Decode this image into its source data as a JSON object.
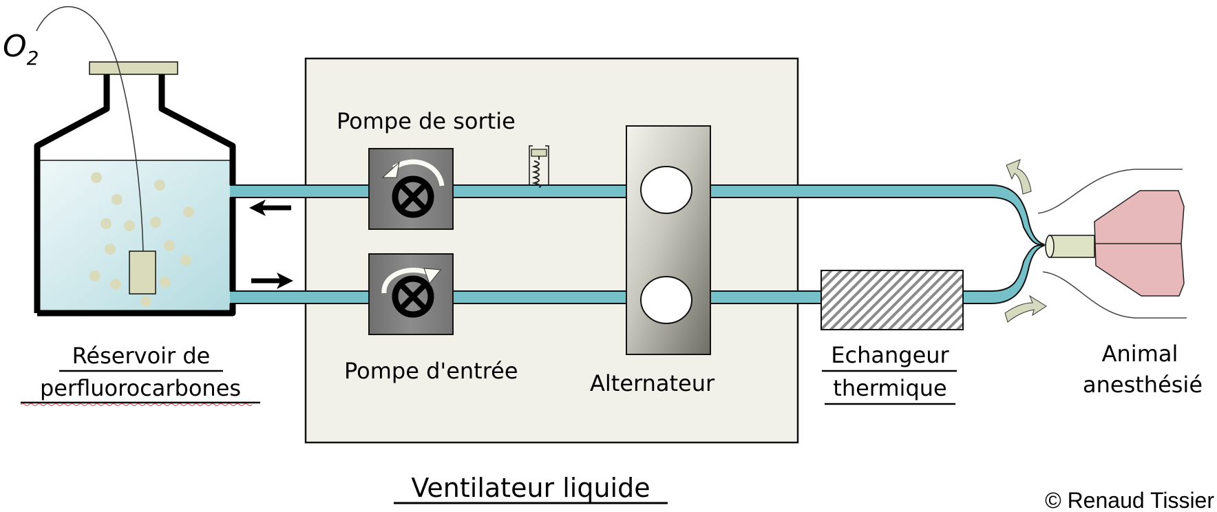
{
  "diagram": {
    "title": "Ventilateur liquide",
    "copyright": "© Renaud Tissier",
    "colors": {
      "tube": "#76c1c9",
      "panel": "#f1f1ea",
      "pump": "#7a7a7a",
      "liquid_light": "#e8f4f6",
      "liquid_dark": "#b5dde2",
      "bubble": "#d9dbbb",
      "probe": "#d9dbbb",
      "lung": "#e8b9bb",
      "flow_arrow": "#d5d9bd"
    },
    "reservoir": {
      "gas_label": "O",
      "gas_subscript": "2",
      "label_line1": "Réservoir de",
      "label_line2": "perfluorocarbones"
    },
    "ventilator": {
      "outlet_pump_label": "Pompe de sortie",
      "inlet_pump_label": "Pompe d'entrée",
      "alternator_label": "Alternateur"
    },
    "heat_exchanger": {
      "label_line1": "Echangeur",
      "label_line2": "thermique"
    },
    "animal": {
      "label_line1": "Animal",
      "label_line2": "anesthésié"
    },
    "flows": {
      "top_tube": "outflow",
      "bottom_tube": "inflow"
    }
  }
}
